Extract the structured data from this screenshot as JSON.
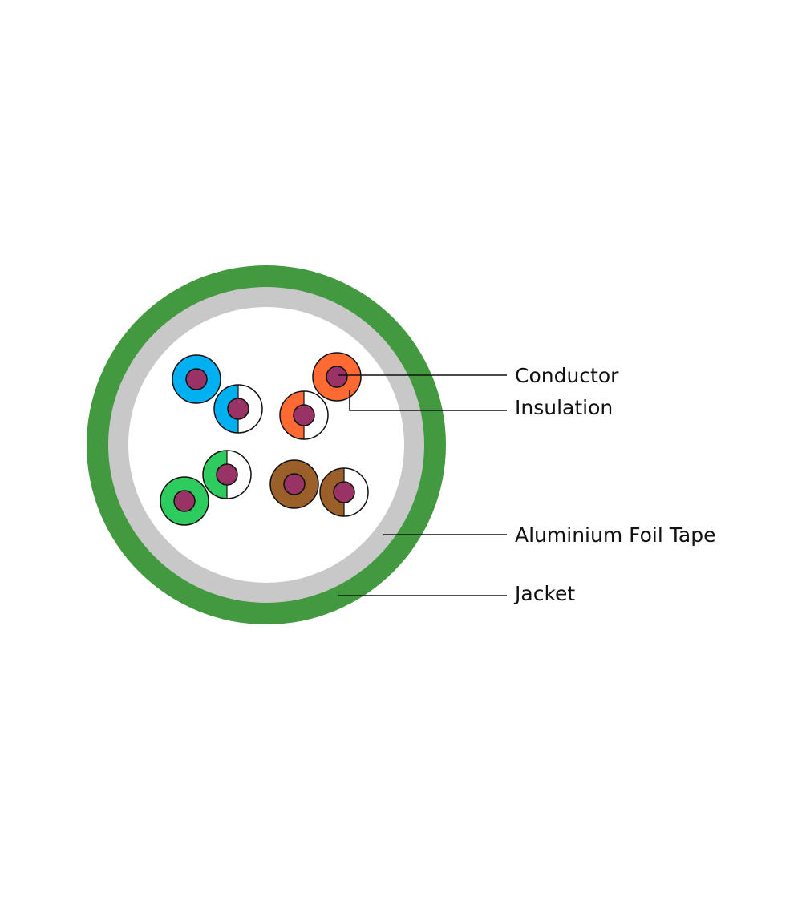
{
  "colors": {
    "jacket": "#43993f",
    "foil": "#c8c8c8",
    "core_fill": "#ffffff",
    "conductor": "#993366",
    "outline": "#111111"
  },
  "pairs": [
    {
      "name": "blue",
      "color": "#00b0f0"
    },
    {
      "name": "orange",
      "color": "#ff6a33"
    },
    {
      "name": "green",
      "color": "#2ecc5f"
    },
    {
      "name": "brown",
      "color": "#9b5f2a"
    }
  ],
  "labels": {
    "conductor": "Conductor",
    "insulation": "Insulation",
    "foil": "Aluminium Foil Tape",
    "jacket": "Jacket"
  }
}
